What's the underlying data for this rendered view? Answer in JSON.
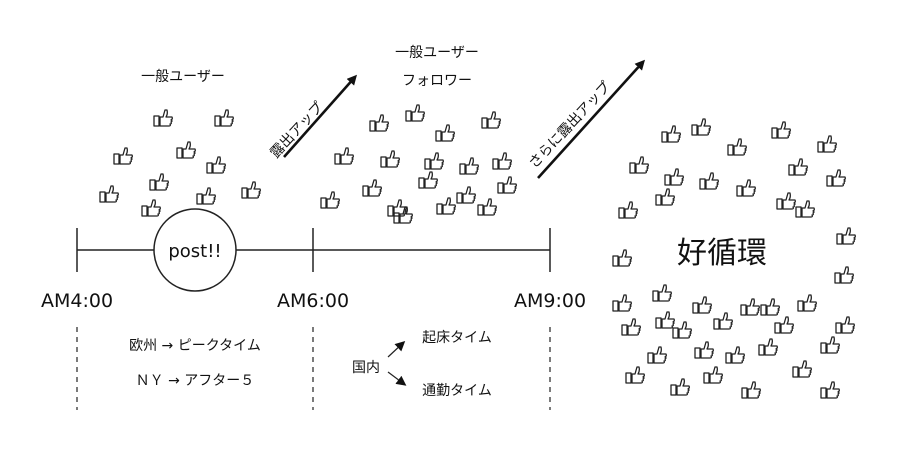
{
  "labels": {
    "group1": "一般ユーザー",
    "group2_line1": "一般ユーザー",
    "group2_line2": "フォロワー",
    "post": "post!!",
    "arrow1": "露出アップ",
    "arrow2": "さらに露出アップ",
    "cycle": "好循環"
  },
  "timeline": {
    "t1": "AM4:00",
    "t2": "AM6:00",
    "t3": "AM9:00"
  },
  "notes": {
    "europe": "欧州 → ピークタイム",
    "ny": "ＮＹ → アフター５",
    "domestic": "国内",
    "wake": "起床タイム",
    "commute": "通勤タイム"
  },
  "icons": {
    "type": "thumbs-up-icon",
    "group1_count": 10,
    "group2_count": 18,
    "group3_count": 41
  }
}
